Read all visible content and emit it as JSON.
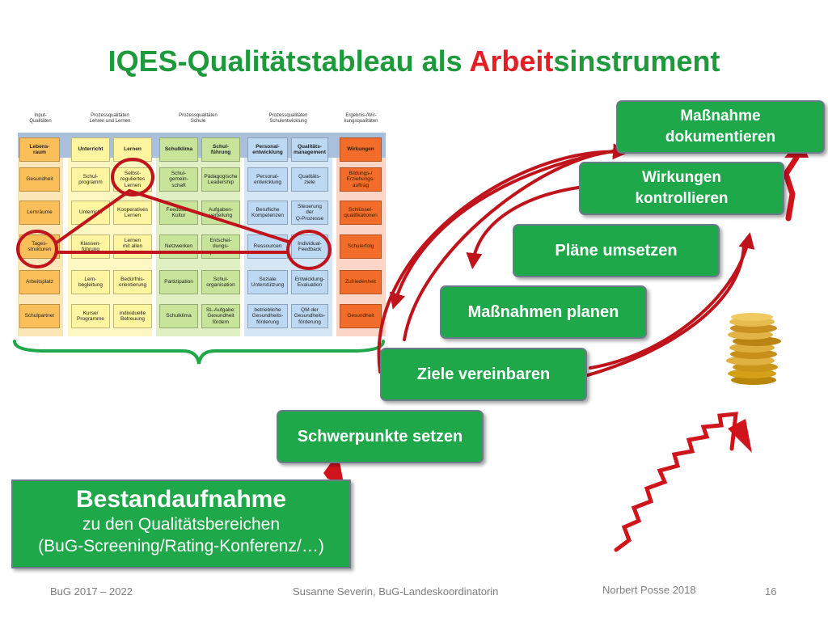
{
  "title": {
    "prefix": "IQES-Qualitätstableau als ",
    "accent": "Arbeit",
    "suffix": "sinstrument"
  },
  "columns": [
    {
      "head": "Input-\nQualitäten"
    },
    {
      "head": "Prozessqualitäten\nLehren und Lernen"
    },
    {
      "head": "Prozessqualitäten\nSchule"
    },
    {
      "head": "Prozessqualitäten\nSchulentwicklung"
    },
    {
      "head": "Ergebnis-/Wir-\nkungsqualitäten"
    }
  ],
  "cells": [
    [
      "Lebens-\nraum",
      "Unterricht",
      "Lernen",
      "Schulklima",
      "Schul-\nführung",
      "Personal-\nentwicklung",
      "Qualitäts-\nmanagement",
      "Wirkungen"
    ],
    [
      "Gesundheit",
      "Schul-\nprogramm",
      "Selbst-\nreguliertes\nLernen",
      "Schul-\ngemein-\nschaft",
      "Pädagogische\nLeadership",
      "Personal-\nentwicklung",
      "Qualitäts-\nziele",
      "Bildungs-/\nErziehungs-\nauftrag"
    ],
    [
      "Lernräume",
      "Unterricht",
      "Kooperatives\nLernen",
      "Feedback-\nKultur",
      "Aufgaben-\nverteilung",
      "Berufliche\nKompetenzen",
      "Steuerung\nder\nQ-Prozesse",
      "Schlüssel-\nqualifikationen"
    ],
    [
      "Tages-\nstrukturen",
      "Klassen-\nführung",
      "Lernen\nmit allen\nSinnen",
      "Netzwerken",
      "Entschei-\ndungs-\nprozesse",
      "Ressourcen",
      "Individual-\nFeedback",
      "Schulerfolg"
    ],
    [
      "Arbeitsplatz",
      "Lern-\nbegleitung",
      "Bedürfnis-\norientierung",
      "Partizipation",
      "Schul-\norganisation",
      "Soziale\nUnterstützung",
      "Entwicklung-\nEvaluation",
      "Zufriedenheit"
    ],
    [
      "Schulpartner",
      "Kurse/\nProgramme",
      "individuelle\nBetreuung",
      "Schulklima",
      "SL-Aufgabe:\nGesundheit\nfördern",
      "betriebliche\nGesundheits-\nförderung",
      "QM der\nGesundheits-\nförderung",
      "Gesundheit"
    ]
  ],
  "steps": {
    "dokumentieren": "Maßnahme\ndokumentieren",
    "kontrollieren": "Wirkungen\nkontrollieren",
    "umsetzen": "Pläne umsetzen",
    "planen": "Maßnahmen planen",
    "ziele": "Ziele vereinbaren",
    "schwerpunkte": "Schwerpunkte setzen"
  },
  "bestand": {
    "title": "Bestandaufnahme",
    "line1": "zu den Qualitätsbereichen",
    "line2": "(BuG-Screening/Rating-Konferenz/…)"
  },
  "footer": {
    "left": "BuG 2017 – 2022",
    "center": "Susanne Severin, BuG-Landeskoordinatorin",
    "author": "Norbert Posse 2018",
    "page": "16"
  },
  "colors": {
    "green": "#1ea84a",
    "red": "#c0141c",
    "title_green": "#1e9a3c",
    "accent_red": "#e31e24"
  }
}
